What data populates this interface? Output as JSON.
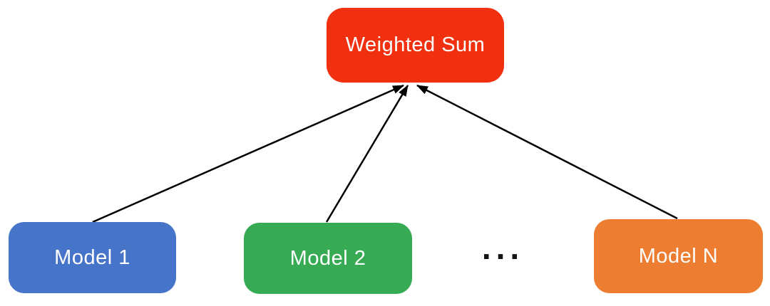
{
  "diagram": {
    "background": "#ffffff",
    "arrow_color": "#000000",
    "ellipsis": "...",
    "sum_node": {
      "label": "Weighted Sum",
      "color": "#f0300e",
      "text_color": "#ffffff"
    },
    "model_nodes": [
      {
        "label": "Model 1",
        "color": "#4674c8",
        "text_color": "#ffffff"
      },
      {
        "label": "Model 2",
        "color": "#36ab53",
        "text_color": "#ffffff"
      },
      {
        "label": "Model N",
        "color": "#ed7d31",
        "text_color": "#ffffff"
      }
    ]
  }
}
